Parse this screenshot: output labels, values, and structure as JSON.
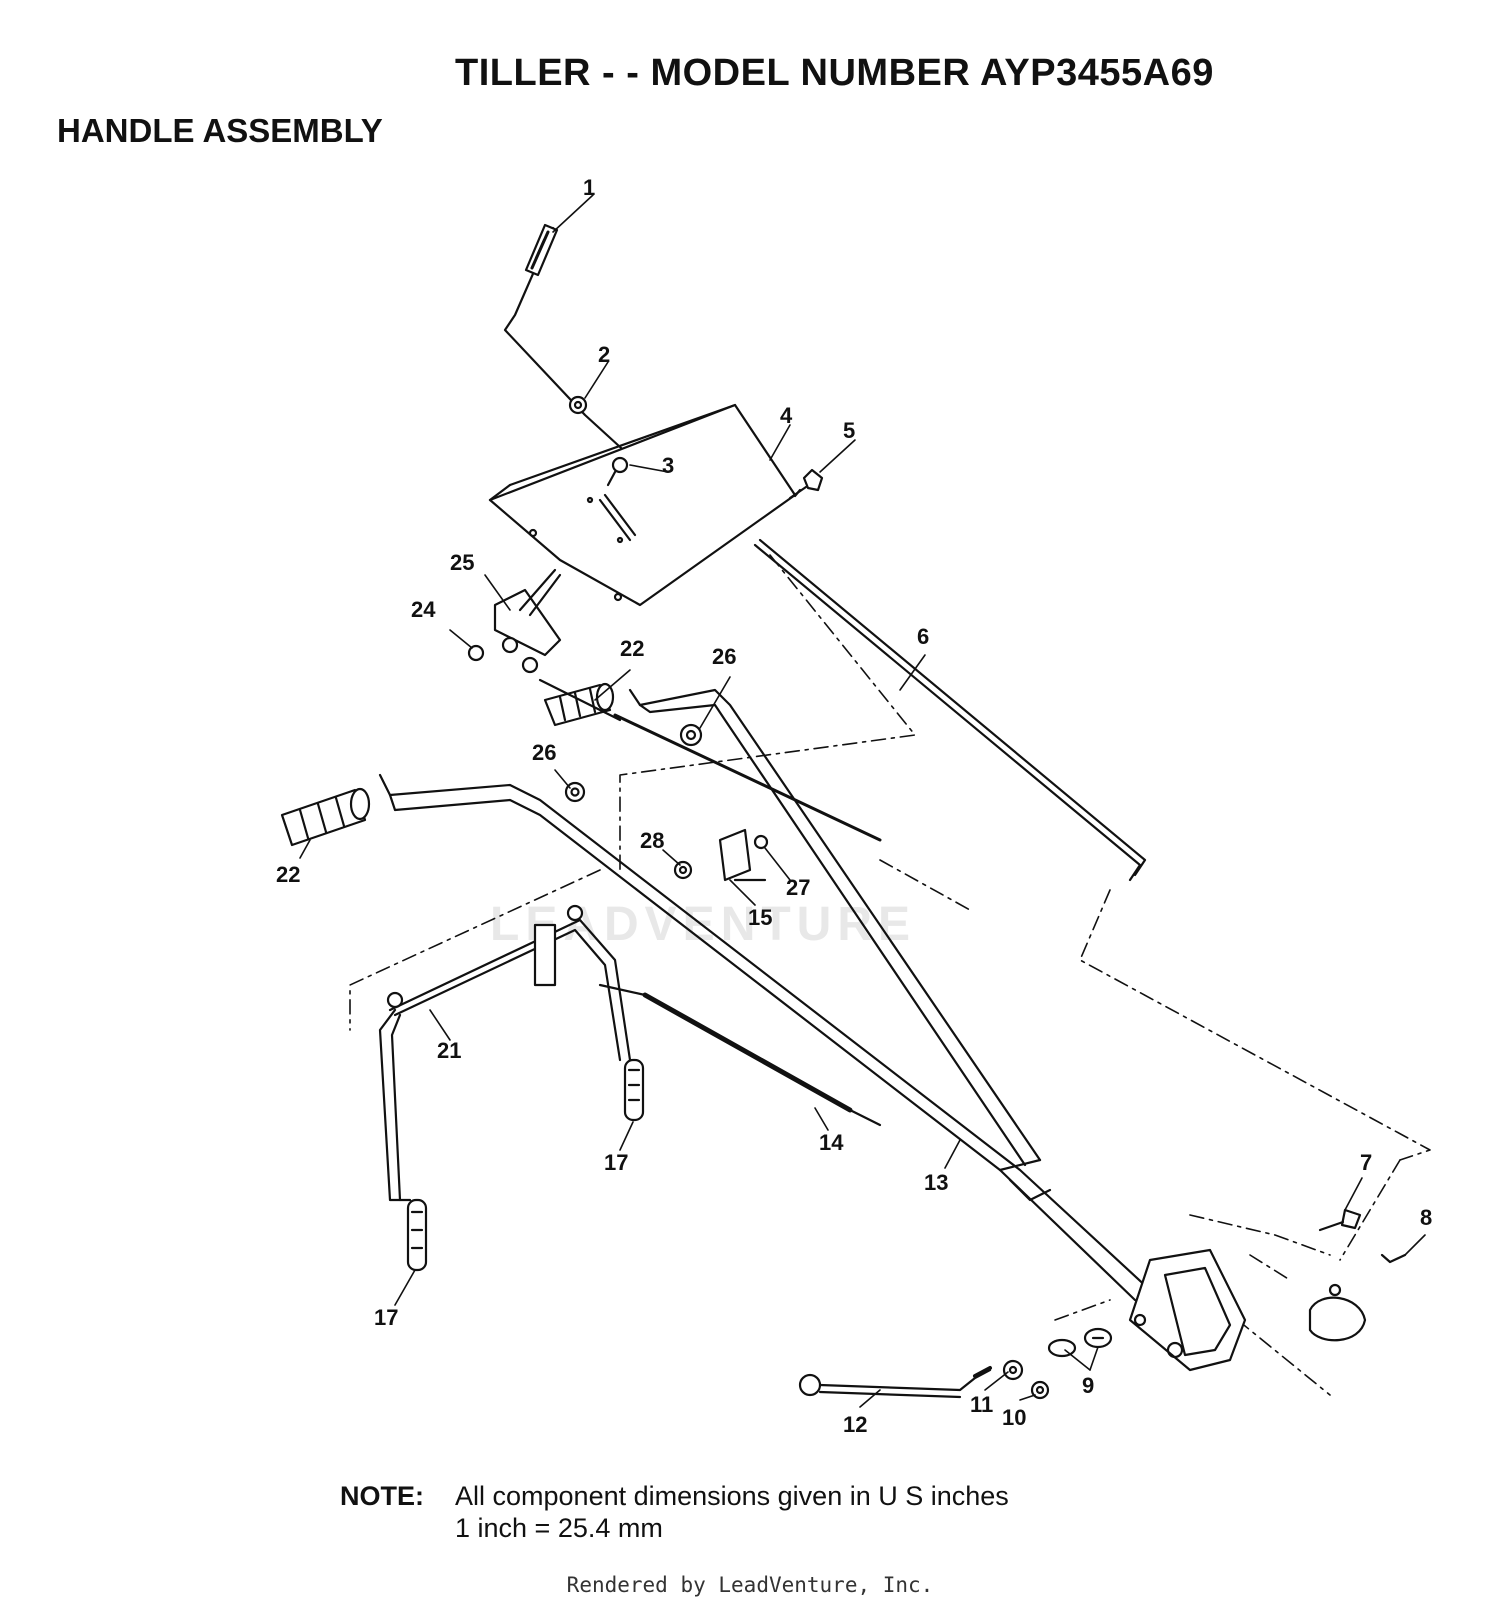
{
  "header": {
    "title": "TILLER - - MODEL NUMBER AYP3455A69",
    "subtitle": "HANDLE ASSEMBLY"
  },
  "watermark": "LEADVENTURE",
  "callouts": [
    "1",
    "2",
    "3",
    "4",
    "5",
    "6",
    "25",
    "24",
    "22",
    "26",
    "26",
    "22",
    "28",
    "27",
    "15",
    "21",
    "17",
    "14",
    "13",
    "17",
    "7",
    "8",
    "9",
    "11",
    "10",
    "12"
  ],
  "note": {
    "label": "NOTE:",
    "line1": "All component dimensions given in U S  inches",
    "line2": "1 inch = 25.4 mm"
  },
  "footer": "Rendered by LeadVenture, Inc."
}
